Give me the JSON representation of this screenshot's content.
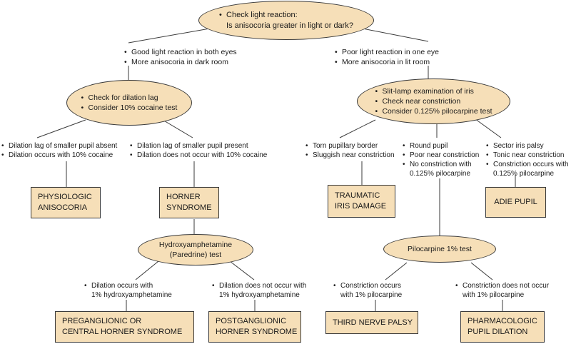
{
  "root": {
    "items": [
      "Check light reaction:\nIs anisocoria greater in light or dark?"
    ]
  },
  "left_branch_label": {
    "items": [
      "Good light reaction in both eyes",
      "More anisocoria in dark room"
    ]
  },
  "right_branch_label": {
    "items": [
      "Poor light reaction in one eye",
      "More anisocoria in lit room"
    ]
  },
  "left_oval": {
    "items": [
      "Check for dilation lag",
      "Consider 10% cocaine test"
    ]
  },
  "right_oval": {
    "items": [
      "Slit-lamp examination of iris",
      "Check near constriction",
      "Consider 0.125% pilocarpine test"
    ]
  },
  "ll_label": {
    "items": [
      "Dilation lag of smaller pupil absent",
      "Dilation occurs with 10% cocaine"
    ]
  },
  "lr_label": {
    "items": [
      "Dilation lag of smaller pupil present",
      "Dilation does not occur with 10% cocaine"
    ]
  },
  "r1_label": {
    "items": [
      "Torn pupillary border",
      "Sluggish near constriction"
    ]
  },
  "r2_label": {
    "items": [
      "Round pupil",
      "Poor near constriction",
      "No constriction with\n0.125% pilocarpine"
    ]
  },
  "r3_label": {
    "items": [
      "Sector iris palsy",
      "Tonic near constriction",
      "Constriction occurs with\n0.125% pilocarpine"
    ]
  },
  "box_physiologic": "PHYSIOLOGIC\nANISOCORIA",
  "box_horner": "HORNER\nSYNDROME",
  "box_traumatic": "TRAUMATIC\nIRIS DAMAGE",
  "box_adie": "ADIE PUPIL",
  "hydroxy_oval": "Hydroxyamphetamine\n(Paredrine) test",
  "pilo_oval": "Pilocarpine 1% test",
  "hl_label": {
    "items": [
      "Dilation occurs with\n1% hydroxyamphetamine"
    ]
  },
  "hr_label": {
    "items": [
      "Dilation does not occur with\n1% hydroxyamphetamine"
    ]
  },
  "pl_label": {
    "items": [
      "Constriction occurs\nwith 1% pilocarpine"
    ]
  },
  "pr_label": {
    "items": [
      "Constriction does not occur\nwith 1% pilocarpine"
    ]
  },
  "box_preganglionic": "PREGANGLIONIC OR\nCENTRAL HORNER SYNDROME",
  "box_postganglionic": "POSTGANGLIONIC\nHORNER SYNDROME",
  "box_third_nerve": "THIRD NERVE PALSY",
  "box_pharmacologic": "PHARMACOLOGIC\nPUPIL DILATION",
  "colors": {
    "fill": "#f6dfb8",
    "stroke": "#3a3a3a",
    "text": "#1a1a1a"
  }
}
